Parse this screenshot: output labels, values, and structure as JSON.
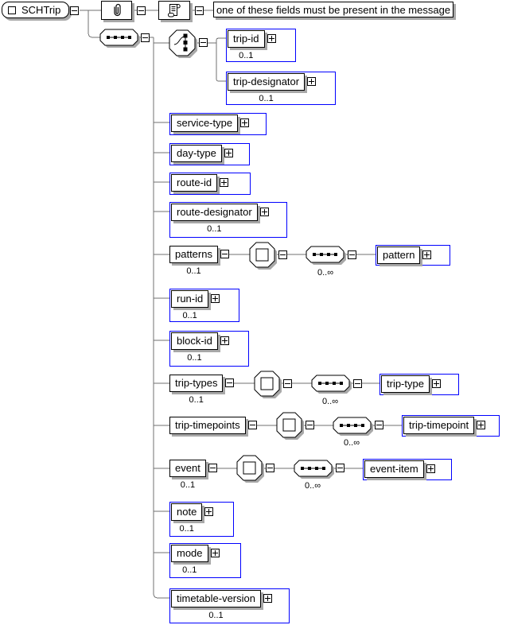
{
  "diagram": {
    "root": {
      "label": "SCHTrip"
    },
    "annotation": "one of these fields must be present in the message",
    "nodes": {
      "trip_id": {
        "label": "trip-id",
        "occurs": "0..1"
      },
      "trip_designator": {
        "label": "trip-designator",
        "occurs": "0..1"
      },
      "service_type": {
        "label": "service-type"
      },
      "day_type": {
        "label": "day-type"
      },
      "route_id": {
        "label": "route-id"
      },
      "route_designator": {
        "label": "route-designator",
        "occurs": "0..1"
      },
      "patterns": {
        "label": "patterns",
        "occurs": "0..1",
        "content_occurs": "0..∞"
      },
      "pattern": {
        "label": "pattern"
      },
      "run_id": {
        "label": "run-id",
        "occurs": "0..1"
      },
      "block_id": {
        "label": "block-id",
        "occurs": "0..1"
      },
      "trip_types": {
        "label": "trip-types",
        "occurs": "0..1",
        "content_occurs": "0..∞"
      },
      "trip_type": {
        "label": "trip-type"
      },
      "trip_timepoints": {
        "label": "trip-timepoints",
        "content_occurs": "0..∞"
      },
      "trip_timepoint": {
        "label": "trip-timepoint"
      },
      "event": {
        "label": "event",
        "occurs": "0..1",
        "content_occurs": "0..∞"
      },
      "event_item": {
        "label": "event-item"
      },
      "note": {
        "label": "note",
        "occurs": "0..1"
      },
      "mode": {
        "label": "mode",
        "occurs": "0..1"
      },
      "timetable_version": {
        "label": "timetable-version",
        "occurs": "0..1"
      }
    },
    "colors": {
      "element_border": "#0000ff",
      "box_shadow": "#a8a8a8",
      "connector": "#707070"
    }
  }
}
